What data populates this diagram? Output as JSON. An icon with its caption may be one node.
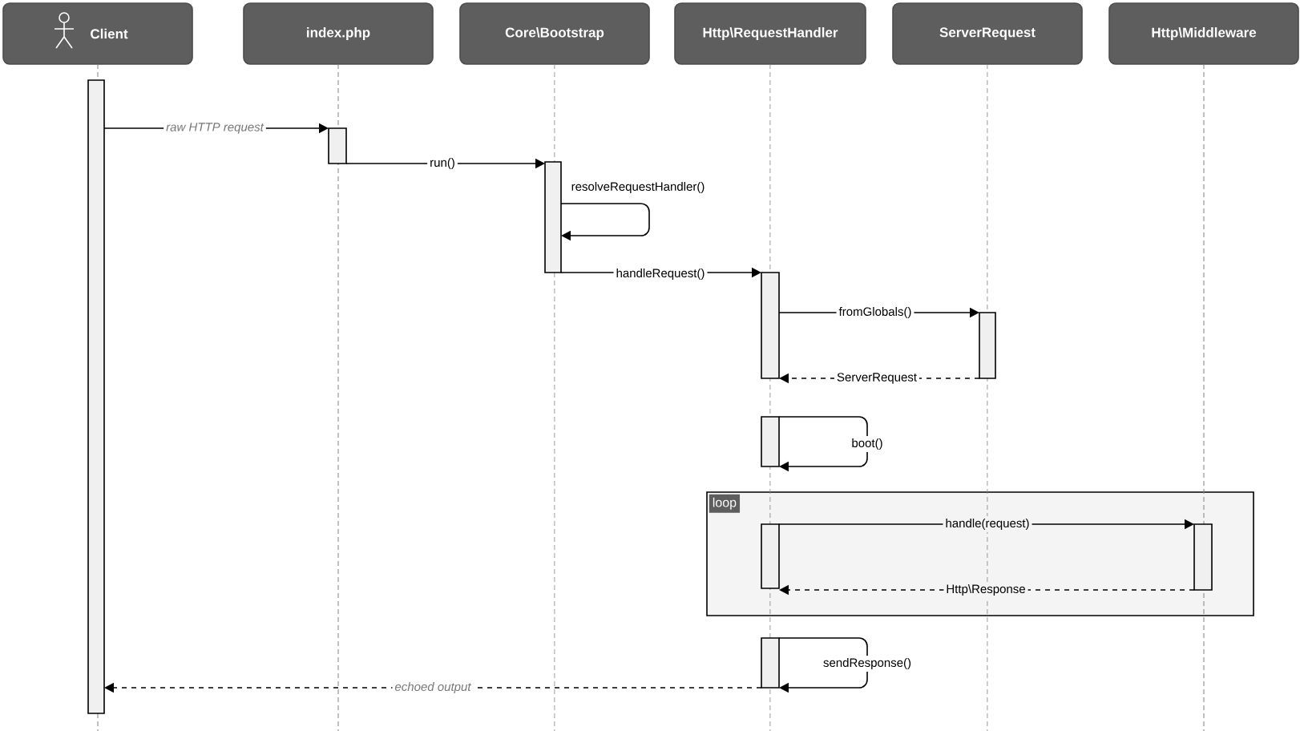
{
  "diagram": {
    "nodes": [
      {
        "text": [
          "Client"
        ]
      },
      {
        "text": [
          "index.php"
        ]
      },
      {
        "text": [
          "Core\\Bootstrap"
        ]
      },
      {
        "text": [
          "Http\\RequestHandler"
        ]
      },
      {
        "text": [
          "ServerRequest"
        ]
      },
      {
        "text": [
          "Http\\Middleware"
        ]
      },
      {
        "text": [],
        "shape": "bar"
      },
      {
        "text": [],
        "shape": "bar"
      },
      {
        "text": [],
        "shape": "bar"
      },
      {
        "text": [],
        "shape": "bar"
      },
      {
        "text": [],
        "shape": "bar"
      },
      {
        "text": [],
        "shape": "bar"
      },
      {
        "text": [
          "loop"
        ]
      },
      {
        "text": [],
        "shape": "bar",
        "in": 12
      },
      {
        "text": [],
        "shape": "bar",
        "in": 12
      },
      {
        "text": [],
        "shape": "bar"
      }
    ],
    "edges": [
      {
        "from": 6,
        "to": 7,
        "arrow": "to",
        "label": "raw HTTP request"
      },
      {
        "from": 7,
        "to": 8,
        "arrow": "to",
        "label": "run()"
      },
      {
        "from": 8,
        "to": 8,
        "arrow": "to",
        "label": "resolveRequestHandler()"
      },
      {
        "from": 8,
        "to": 9,
        "arrow": "to",
        "label": "handleRequest()"
      },
      {
        "from": 9,
        "to": 10,
        "arrow": "to",
        "label": "fromGlobals()"
      },
      {
        "from": 10,
        "to": 9,
        "arrow": "to",
        "label": "ServerRequest",
        "style": "dashed"
      },
      {
        "from": 11,
        "to": 11,
        "arrow": "to",
        "label": "boot()"
      },
      {
        "from": 13,
        "to": 14,
        "arrow": "to",
        "label": "handle(request)"
      },
      {
        "from": 14,
        "to": 13,
        "arrow": "to",
        "label": "Http\\Response",
        "style": "dashed"
      },
      {
        "from": 15,
        "to": 15,
        "arrow": "to",
        "label": "sendResponse()"
      },
      {
        "from": 15,
        "to": 6,
        "arrow": "to",
        "label": "echoed output",
        "style": "dashed"
      }
    ]
  }
}
